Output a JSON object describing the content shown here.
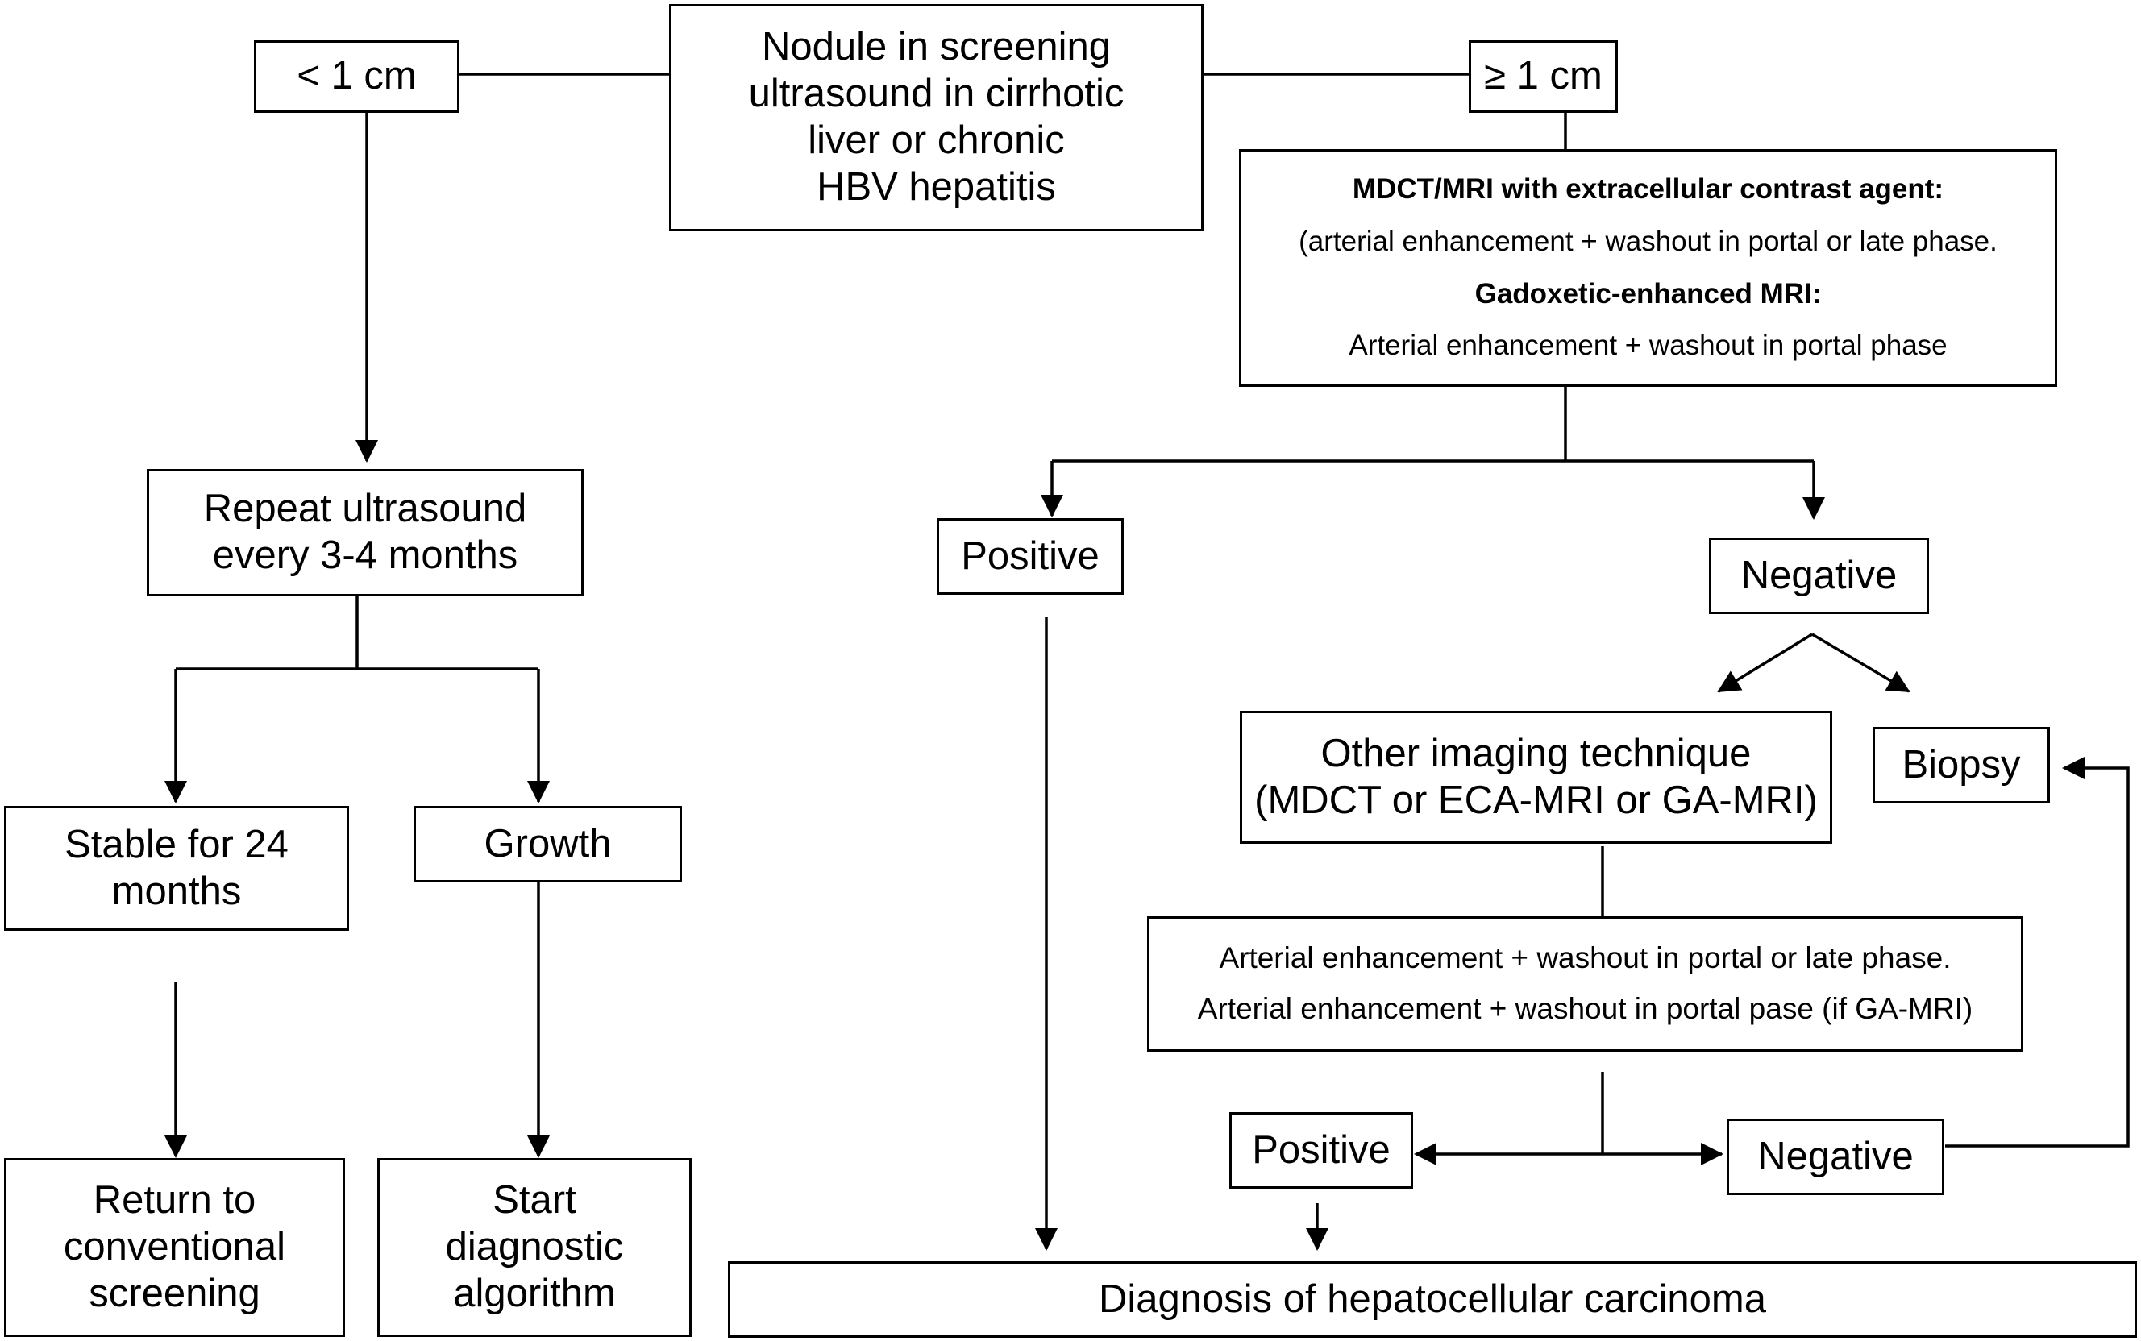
{
  "diagram": {
    "start": {
      "lines": [
        "Nodule in screening",
        "ultrasound in cirrhotic",
        "liver or chronic",
        "HBV hepatitis"
      ]
    },
    "small_branch": {
      "label": "< 1 cm"
    },
    "large_branch": {
      "label": "≥ 1 cm"
    },
    "imaging_box": {
      "line1": "MDCT/MRI with extracellular contrast agent:",
      "line2": "(arterial enhancement + washout in portal or late phase.",
      "line3": "Gadoxetic-enhanced MRI:",
      "line4": "Arterial enhancement + washout in portal phase"
    },
    "repeat_us": {
      "lines": [
        "Repeat ultrasound",
        "every 3-4 months"
      ]
    },
    "stable": {
      "lines": [
        "Stable for 24",
        "months"
      ]
    },
    "growth": {
      "label": "Growth"
    },
    "return_screening": {
      "lines": [
        "Return to",
        "conventional",
        "screening"
      ]
    },
    "start_algorithm": {
      "lines": [
        "Start",
        "diagnostic",
        "algorithm"
      ]
    },
    "positive_1": {
      "label": "Positive"
    },
    "negative_1": {
      "label": "Negative"
    },
    "other_imaging": {
      "lines": [
        "Other imaging technique",
        "(MDCT or ECA-MRI or GA-MRI)"
      ]
    },
    "biopsy": {
      "label": "Biopsy"
    },
    "second_criteria": {
      "lines": [
        "Arterial enhancement + washout in portal or late phase.",
        "Arterial enhancement + washout in portal pase (if GA-MRI)"
      ]
    },
    "positive_2": {
      "label": "Positive"
    },
    "negative_2": {
      "label": "Negative"
    },
    "diagnosis": {
      "label": "Diagnosis of hepatocellular carcinoma"
    }
  }
}
